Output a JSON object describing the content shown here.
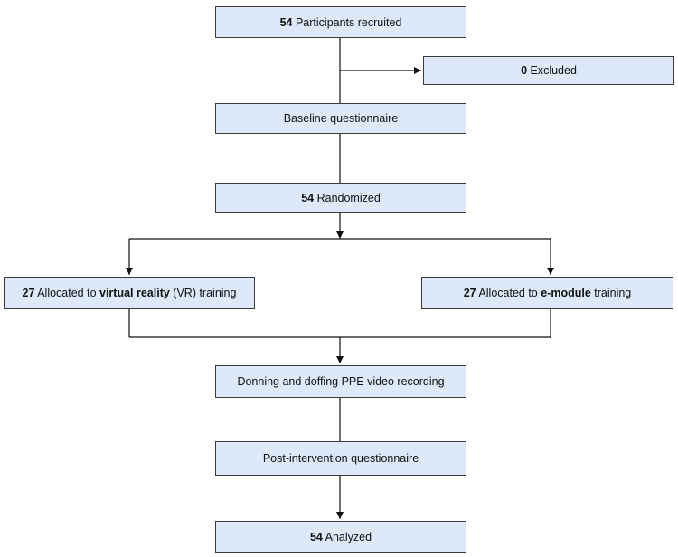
{
  "nodes": {
    "recruited": {
      "count": "54",
      "text": " Participants recruited"
    },
    "excluded": {
      "count": "0",
      "text": " Excluded"
    },
    "baseline": {
      "text": "Baseline questionnaire"
    },
    "randomized": {
      "count": "54",
      "text": " Randomized"
    },
    "vr": {
      "count": "27",
      "pre": " Allocated to ",
      "emph": "virtual reality",
      "post": " (VR) training"
    },
    "emodule": {
      "count": "27",
      "pre": " Allocated to ",
      "emph": "e-module",
      "post": " training"
    },
    "recording": {
      "text": "Donning and doffing PPE video recording"
    },
    "post": {
      "text": "Post-intervention questionnaire"
    },
    "analyzed": {
      "count": "54",
      "text": " Analyzed"
    }
  },
  "colors": {
    "box_fill": "#dde8f8",
    "box_border": "#3a3a3a",
    "line": "#111111"
  }
}
